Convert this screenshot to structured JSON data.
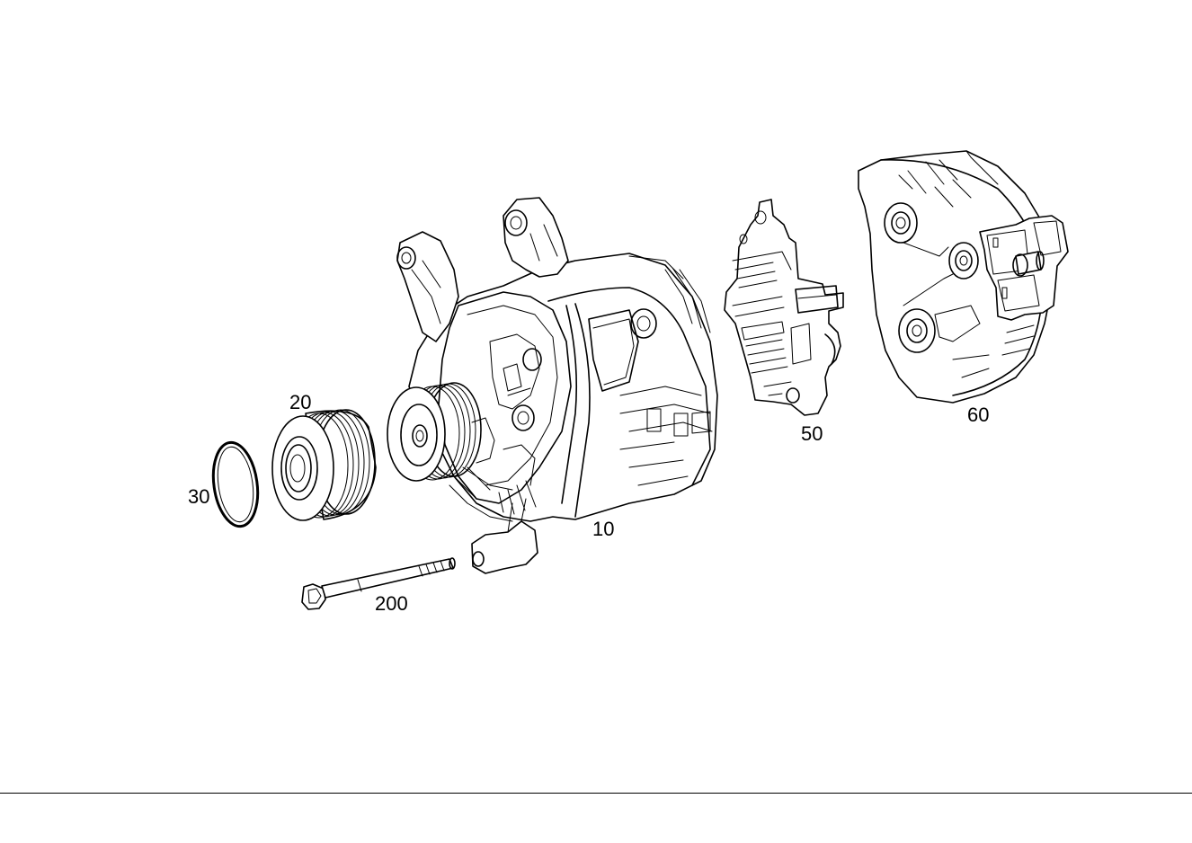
{
  "labels": {
    "alternator": "10",
    "pulley": "20",
    "cap_ring": "30",
    "regulator": "50",
    "rear_cover": "60",
    "bolt": "200"
  }
}
